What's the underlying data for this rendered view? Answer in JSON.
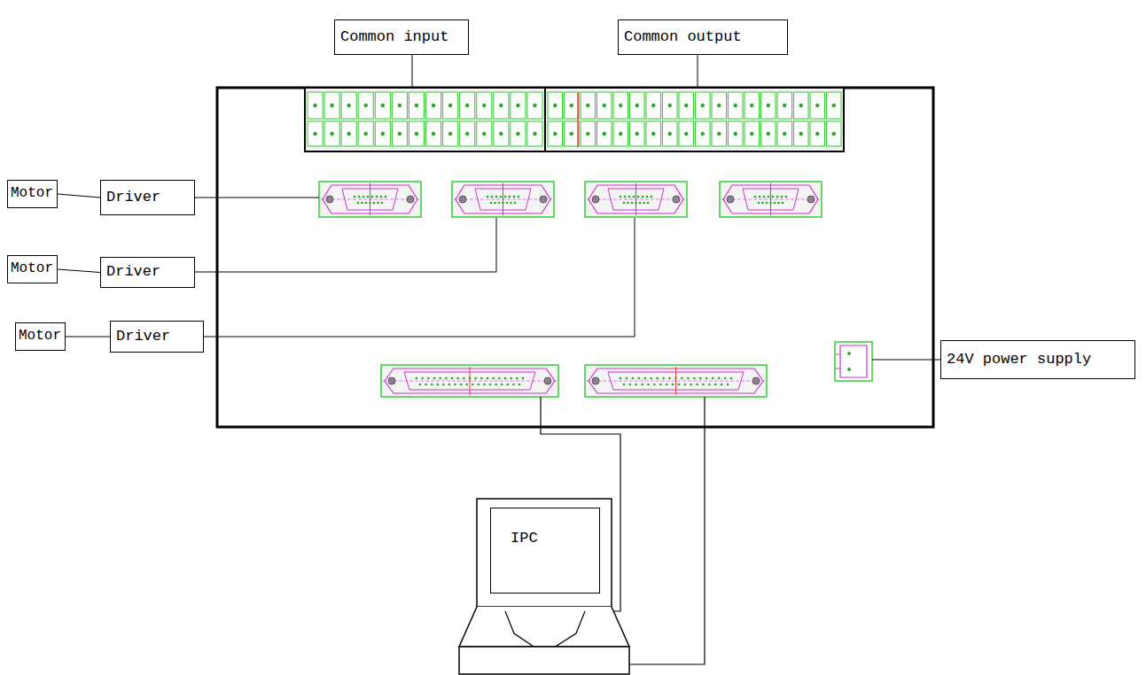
{
  "diagram": {
    "nodes": [
      {
        "text": [
          "Common input"
        ]
      },
      {
        "text": [
          "Common output"
        ]
      },
      {
        "text": [
          "Motor"
        ]
      },
      {
        "text": [
          "Driver"
        ]
      },
      {
        "text": [
          "Motor"
        ]
      },
      {
        "text": [
          "Driver"
        ]
      },
      {
        "text": [
          "Motor"
        ]
      },
      {
        "text": [
          "Driver"
        ]
      },
      {
        "text": [
          "24V power supply"
        ]
      },
      {
        "text": [
          "IPC"
        ]
      }
    ],
    "edges": [
      {
        "from": 2,
        "to": 3,
        "arrow": "none"
      },
      {
        "from": 4,
        "to": 5,
        "arrow": "none"
      },
      {
        "from": 6,
        "to": 7,
        "arrow": "none"
      }
    ]
  }
}
